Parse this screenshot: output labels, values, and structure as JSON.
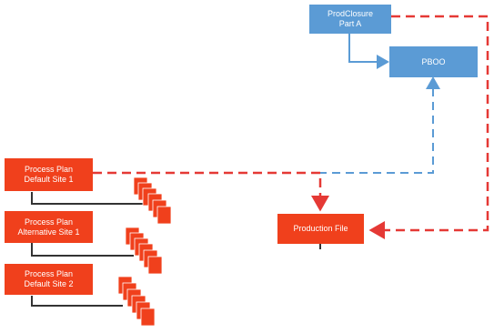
{
  "nodes": {
    "prodclosure": {
      "label": "ProdClosure\nPart A",
      "color": "#5b9bd5"
    },
    "pboo": {
      "label": "PBOO",
      "color": "#5b9bd5"
    },
    "pp_default_1": {
      "label": "Process Plan\nDefault Site 1",
      "color": "#f0401c"
    },
    "pp_alt_1": {
      "label": "Process Plan\nAlternative Site 1",
      "color": "#f0401c"
    },
    "pp_default_2": {
      "label": "Process Plan\nDefault Site 2",
      "color": "#f0401c"
    },
    "production_file": {
      "label": "Production File",
      "color": "#f0401c"
    }
  },
  "colors": {
    "blue_line": "#5b9bd5",
    "red_dashed": "#e53935",
    "doc_fill": "#f0401c",
    "connector": "#333333"
  }
}
